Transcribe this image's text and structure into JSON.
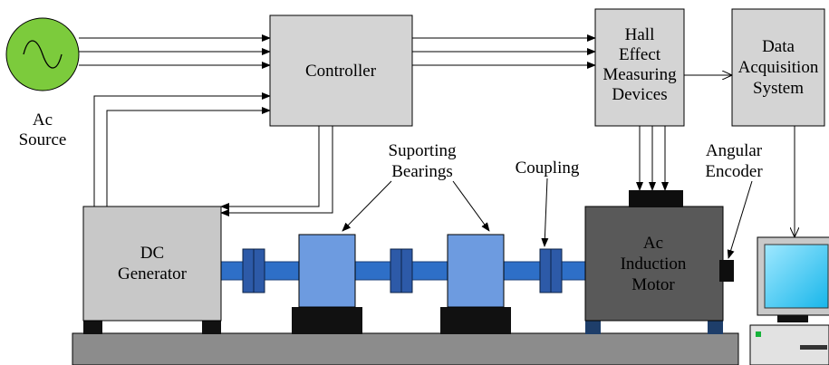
{
  "diagram": {
    "ac_source": {
      "line1": "Ac",
      "line2": "Source"
    },
    "controller": {
      "label": "Controller"
    },
    "hall_effect": {
      "line1": "Hall",
      "line2": "Effect",
      "line3": "Measuring",
      "line4": "Devices"
    },
    "data_acquisition": {
      "line1": "Data",
      "line2": "Acquisition",
      "line3": "System"
    },
    "dc_generator": {
      "line1": "DC",
      "line2": "Generator"
    },
    "induction_motor": {
      "line1": "Ac",
      "line2": "Induction",
      "line3": "Motor"
    },
    "callouts": {
      "bearings": {
        "line1": "Suporting",
        "line2": "Bearings"
      },
      "coupling": "Coupling",
      "encoder": {
        "line1": "Angular",
        "line2": "Encoder"
      }
    }
  },
  "colors": {
    "source_fill": "#7ccb3c",
    "box_fill": "#d4d4d4",
    "generator_fill": "#c8c8c8",
    "motor_fill": "#595959",
    "shaft": "#2e6fc7",
    "bearing": "#6d9be0",
    "coupling": "#2d5aa8",
    "base": "#8c8c8c",
    "monitor_screen": "#22c7f2"
  }
}
